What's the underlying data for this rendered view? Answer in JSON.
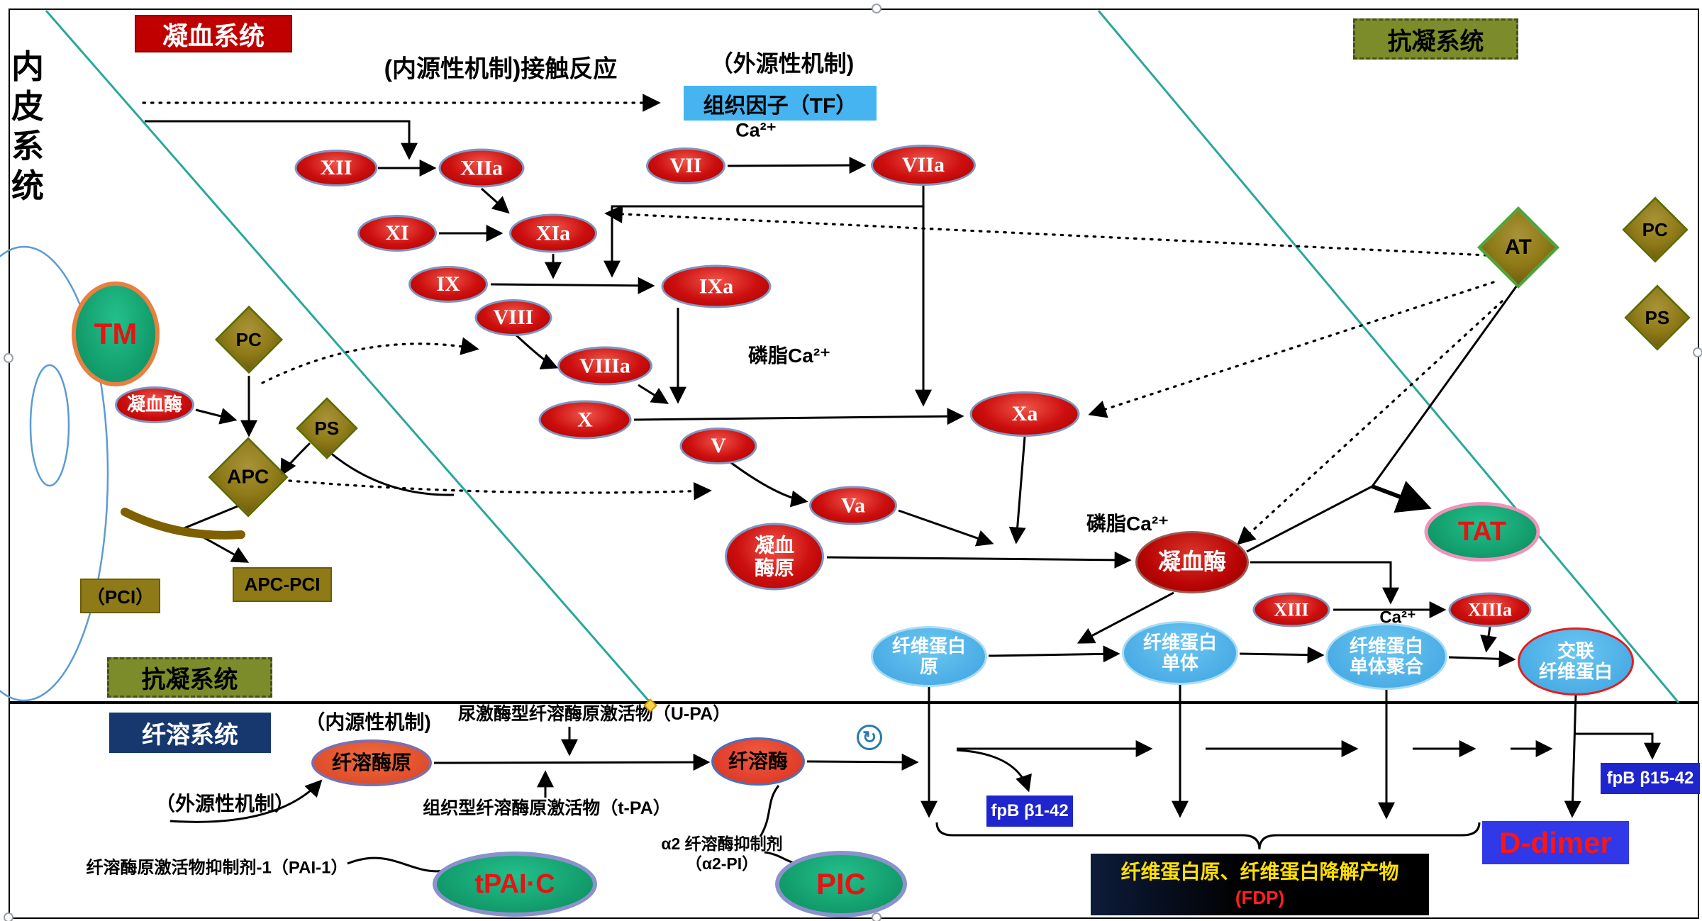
{
  "titles": {
    "coagulation": "凝血系统",
    "anticoag_top": "抗凝系统",
    "anticoag_bottom": "抗凝系统",
    "fibrinolysis": "纤溶系统",
    "endothelium": "内\n皮\n系\n统"
  },
  "annotations": {
    "intrinsic_contact": "(内源性机制)接触反应",
    "extrinsic_top": "（外源性机制)",
    "tissue_factor": "组织因子（TF）",
    "ca_top": "Ca²⁺",
    "phospholipid_mid": "磷脂Ca²⁺",
    "phospholipid_low": "磷脂Ca²⁺",
    "ca_xiii": "Ca²⁺",
    "intrinsic_bottom": "（内源性机制)",
    "extrinsic_bottom": "（外源性机制）",
    "upa": "尿激酶型纤溶酶原激活物（U-PA）",
    "tpa": "组织型纤溶酶原激活物（t-PA）",
    "pai1": "纤溶酶原激活物抑制剂-1（PAI-1）",
    "a2pi": "α2 纤溶酶抑制剂\n（α2-PI）"
  },
  "factors": {
    "xii": "XII",
    "xiia": "XIIa",
    "vii": "VII",
    "viia": "VIIa",
    "xi": "XI",
    "xia": "XIa",
    "ix": "IX",
    "ixa": "IXa",
    "viii": "VIII",
    "viiia": "VIIIa",
    "x": "X",
    "xa": "Xa",
    "v": "V",
    "va": "Va",
    "xiii": "XIII",
    "xiiia": "XIIIa",
    "prothrombin": "凝血\n酶原",
    "thrombin": "凝血酶",
    "thrombin_left": "凝血酶"
  },
  "anticoag": {
    "tm": "TM",
    "pc_left": "PC",
    "ps_left": "PS",
    "apc": "APC",
    "pci": "（PCI）",
    "apc_pci": "APC-PCI",
    "at": "AT",
    "pc_right": "PC",
    "ps_right": "PS",
    "tat": "TAT"
  },
  "fibrin": {
    "fibrinogen": "纤维蛋白\n原",
    "monomer": "纤维蛋白\n单体",
    "polymer": "纤维蛋白\n单体聚合",
    "crosslinked": "交联\n纤维蛋白"
  },
  "fibrinolysis_nodes": {
    "plasminogen": "纤溶酶原",
    "plasmin": "纤溶酶",
    "tpai_c": "tPAI·C",
    "pic": "PIC",
    "fpb_b1_42": "fpB β1-42",
    "fpb_b15_42": "fpB β15-42",
    "d_dimer": "D-dimer",
    "fdp_line1": "纤维蛋白原、纤维蛋白降解产物",
    "fdp_line2": "(FDP)"
  },
  "icons": {
    "rotate": "↻"
  },
  "colors": {
    "coag_red": "#c00000",
    "anticoag_olive": "#7d8c2a",
    "fibrinolysis_navy": "#16386e",
    "factor_red": "#cc0f0e",
    "complex_green": "#0e9a66",
    "fibrin_blue": "#3da3e0",
    "tf_blue": "#45b4f0",
    "ddimer_blue": "#3038e8",
    "fdp_yellow": "#ffe000",
    "teal_divider": "#2aa79b"
  }
}
